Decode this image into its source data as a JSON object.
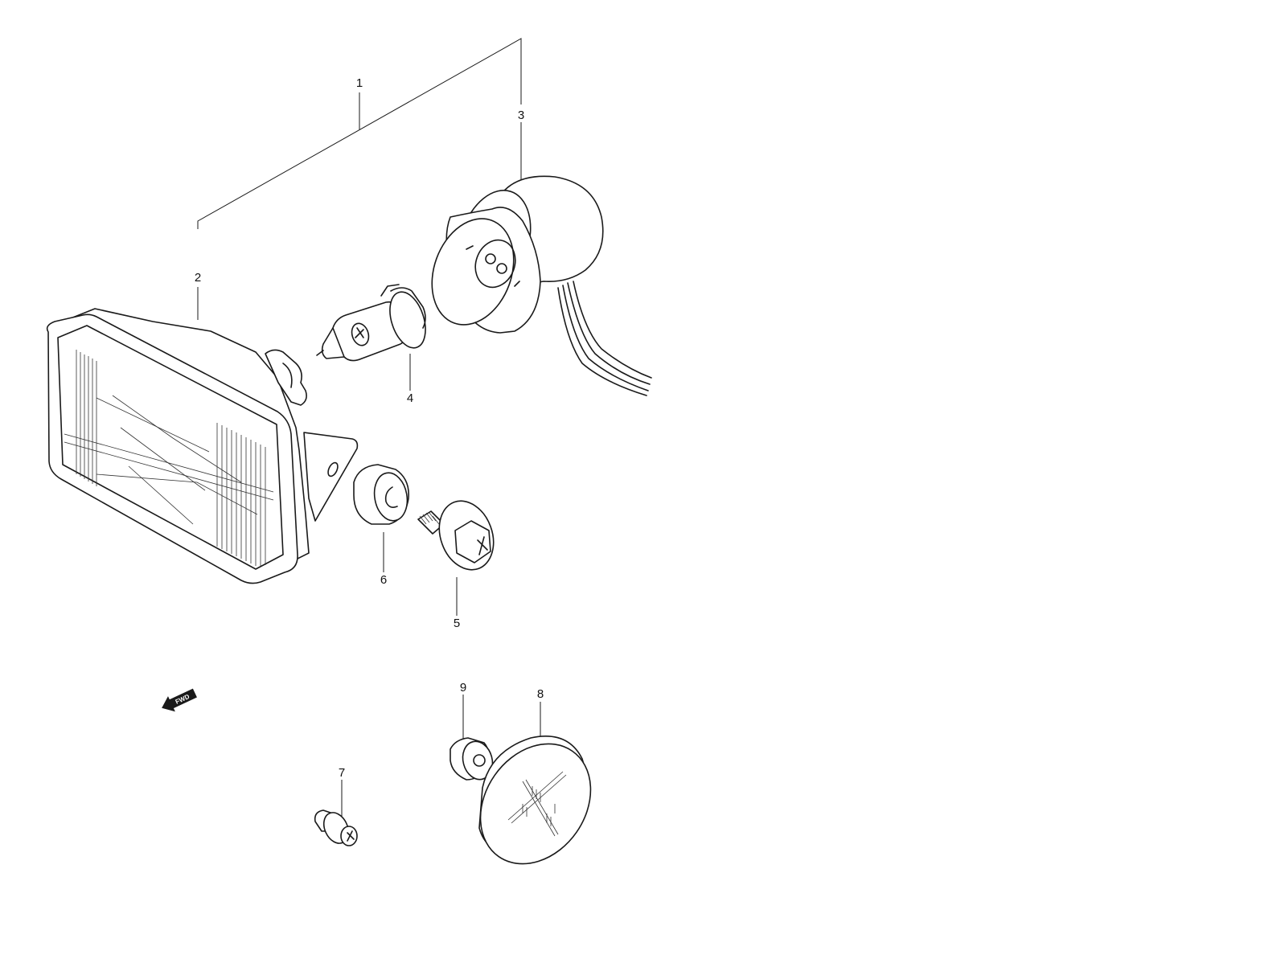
{
  "callouts": [
    {
      "id": 1,
      "label": "1"
    },
    {
      "id": 2,
      "label": "2"
    },
    {
      "id": 3,
      "label": "3"
    },
    {
      "id": 4,
      "label": "4"
    },
    {
      "id": 5,
      "label": "5"
    },
    {
      "id": 6,
      "label": "6"
    },
    {
      "id": 7,
      "label": "7"
    },
    {
      "id": 8,
      "label": "8"
    },
    {
      "id": 9,
      "label": "9"
    }
  ],
  "direction_arrow": {
    "label": "FWD"
  },
  "colors": {
    "line": "#1a1a1a",
    "background": "#ffffff"
  }
}
